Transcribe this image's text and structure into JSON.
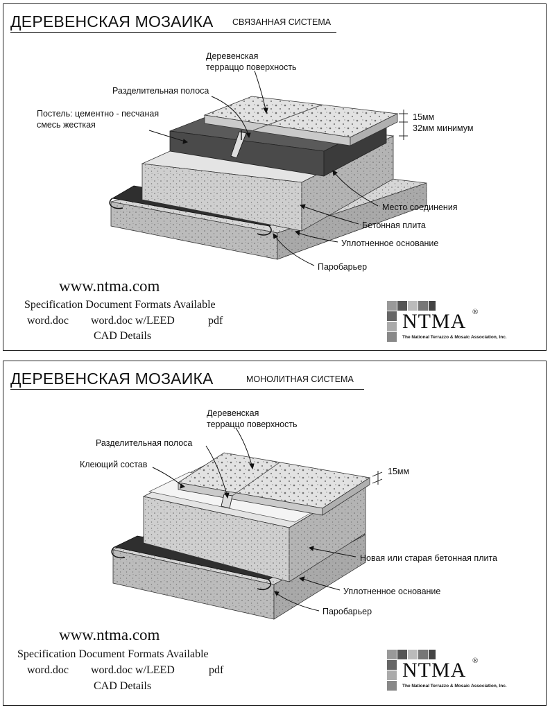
{
  "panels": [
    {
      "title": "ДЕРЕВЕНСКАЯ МОЗАИКА",
      "subtitle": "СВЯЗАННАЯ СИСТЕМА",
      "labels": {
        "surface_line1": "Деревенская",
        "surface_line2": "терраццо поверхность",
        "divider_strip": "Разделительная полоса",
        "bed_line1": "Постель: цементно - песчаная",
        "bed_line2": "смесь жесткая",
        "dim_1": "15мм",
        "dim_2": "32мм минимум",
        "joint": "Место соединения",
        "slab": "Бетонная плита",
        "base": "Уплотненное основание",
        "vapor": "Паробарьер"
      },
      "website": "www.ntma.com",
      "spec_formats": "Specification Document Formats Available",
      "format_word": "word.doc",
      "format_leed": "word.doc w/LEED",
      "format_pdf": "pdf",
      "cad": "CAD Details",
      "logo_text": "NTMA",
      "logo_reg": "®",
      "logo_tagline": "The National Terrazzo & Mosaic Association, Inc."
    },
    {
      "title": "ДЕРЕВЕНСКАЯ МОЗАИКА",
      "subtitle": "МОНОЛИТНАЯ СИСТЕМА",
      "labels": {
        "surface_line1": "Деревенская",
        "surface_line2": "терраццо поверхность",
        "divider_strip": "Разделительная полоса",
        "adhesive": "Клеющий состав",
        "dim_1": "15мм",
        "slab": "Новая или старая бетонная плита",
        "base": "Уплотненное основание",
        "vapor": "Паробарьер"
      },
      "website": "www.ntma.com",
      "spec_formats": "Specification Document Formats Available",
      "format_word": "word.doc",
      "format_leed": "word.doc w/LEED",
      "format_pdf": "pdf",
      "cad": "CAD Details",
      "logo_text": "NTMA",
      "logo_reg": "®",
      "logo_tagline": "The National Terrazzo & Mosaic Association, Inc."
    }
  ]
}
